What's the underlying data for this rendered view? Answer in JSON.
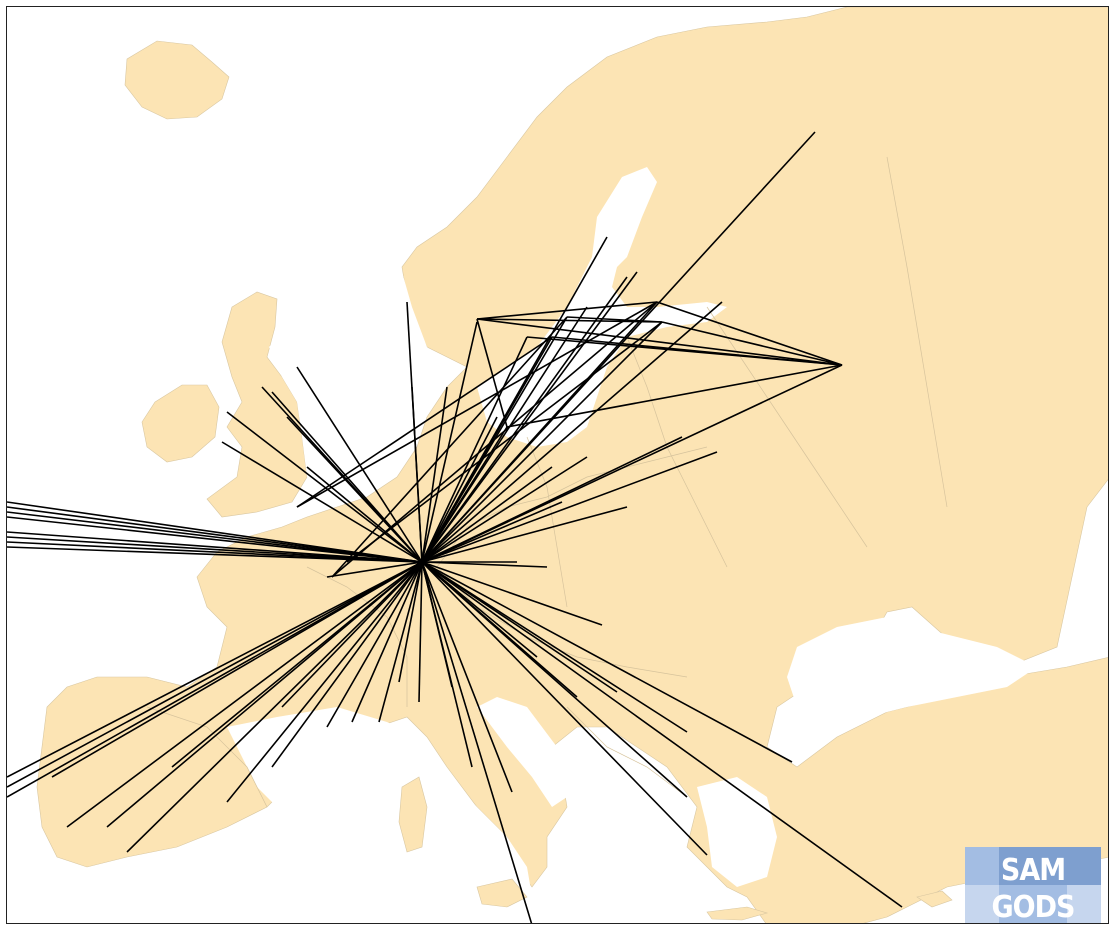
{
  "map": {
    "region": "Europe",
    "land_color": "#fce4b4",
    "line_color": "#000000",
    "background_color": "#ffffff"
  },
  "logo": {
    "line1": "SAM",
    "line2": "GODS",
    "tile_colors": [
      "#7e9fcf",
      "#a3bde3",
      "#c6d6ee"
    ]
  }
}
